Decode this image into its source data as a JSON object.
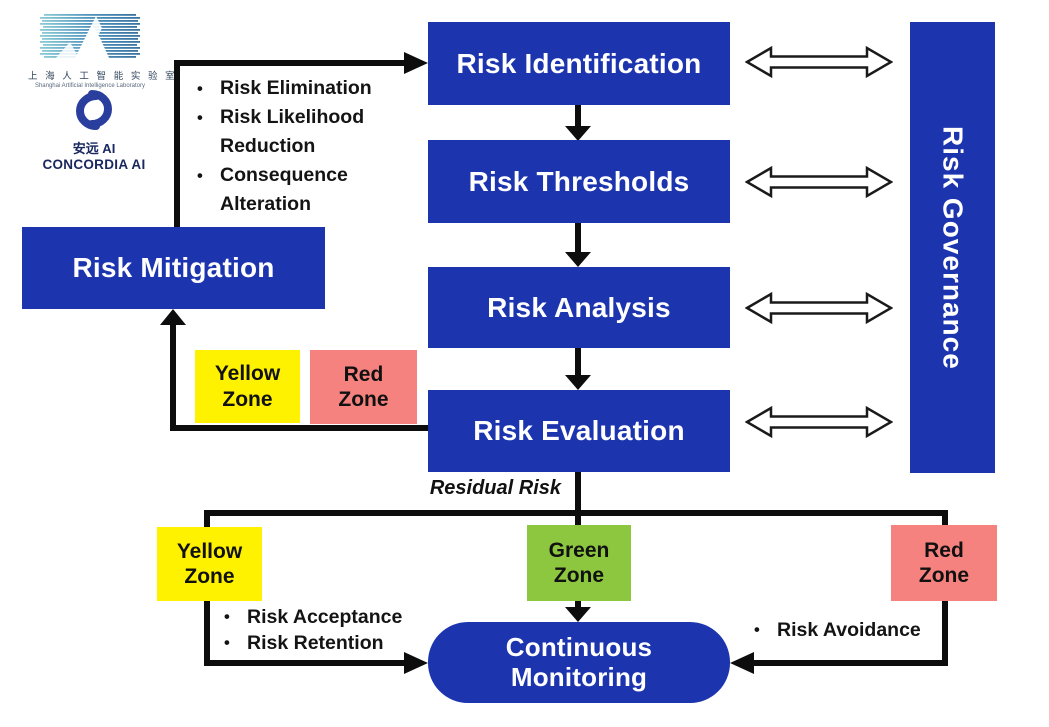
{
  "logos": {
    "shanghai_lab": {
      "name_cn": "上 海 人 工 智 能 实 验 室",
      "name_en": "Shanghai Artificial Intelligence Laboratory"
    },
    "concordia": {
      "name_cn": "安远 AI",
      "name_en": "CONCORDIA AI"
    }
  },
  "flow": {
    "risk_identification": "Risk Identification",
    "risk_thresholds": "Risk Thresholds",
    "risk_analysis": "Risk Analysis",
    "risk_evaluation": "Risk Evaluation",
    "risk_mitigation": "Risk Mitigation",
    "risk_governance": "Risk Governance",
    "continuous_monitoring": "Continuous\nMonitoring",
    "residual_risk_label": "Residual Risk"
  },
  "zones": {
    "yellow_top": "Yellow\nZone",
    "red_top": "Red\nZone",
    "yellow_bottom": "Yellow\nZone",
    "green_bottom": "Green\nZone",
    "red_bottom": "Red\nZone"
  },
  "mitigation_list": {
    "items": [
      "Risk Elimination",
      "Risk Likelihood Reduction",
      "Consequence Alteration"
    ]
  },
  "yellow_zone_list": {
    "items": [
      "Risk Acceptance",
      "Risk Retention"
    ]
  },
  "red_zone_list": {
    "items": [
      "Risk Avoidance"
    ]
  },
  "colors": {
    "box_blue": "#1c34ae",
    "zone_yellow": "#fef200",
    "zone_red": "#f5827e",
    "zone_green": "#8dc63f",
    "line_black": "#0d0d0d",
    "logo_teal": "#8ccbd4",
    "logo_navy": "#2a3f9d"
  }
}
